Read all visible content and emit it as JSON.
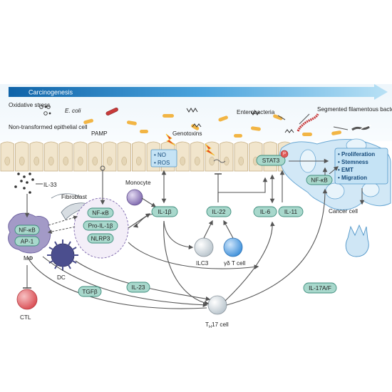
{
  "header": {
    "label": "Carcinogenesis"
  },
  "microbes": {
    "oxidative_stress": "Oxidative stress",
    "ecoli": "E. coli",
    "enterobacteria": "Enterobacteria",
    "sfb": "Segmented filamentous bacteria"
  },
  "labels": {
    "non_transformed": "Non-transformed epithelial cell",
    "pamp": "PAMP",
    "genotoxins": "Genotoxins",
    "no": "• NO",
    "ros": "• ROS",
    "il33": "IL-33",
    "fibroblast": "Fibroblast",
    "monocyte": "Monocyte",
    "macrophage": "MΦ",
    "dc": "DC",
    "ctl": "CTL",
    "ilc3": "ILC3",
    "gd_t": "γδ T cell",
    "th17": "T",
    "th17_sub": "H",
    "th17_tail": "17 cell",
    "cancer_cell": "Cancer cell",
    "stat3_p": "P"
  },
  "outcomes": [
    "• Proliferation",
    "• Stemness",
    "• EMT",
    "• Migration"
  ],
  "pills": {
    "nfkb_mf": "NF-κB",
    "ap1": "AP-1",
    "nfkb_int": "NF-κB",
    "pro_il1b": "Pro-IL-1β",
    "nlrp3": "NLRP3",
    "il1b": "IL-1β",
    "il22": "IL-22",
    "il6": "IL-6",
    "il11": "IL-11",
    "stat3": "STAT3",
    "nfkb_cancer": "NF-κB",
    "tgfb": "TGFβ",
    "il23": "IL-23",
    "il17af": "IL-17A/F"
  },
  "colors": {
    "banner": "#5ab4e0",
    "epithelium": "#f1e5cc",
    "cancer": "#cfe6f5",
    "pill": "#a8d8cc",
    "macrophage": "#a39ac7",
    "ctl": "#e86f73",
    "monocyte": "#9a84c0",
    "ilc3": "#b8c4cc",
    "gd_t": "#5aa6e4",
    "th17": "#b8c4cc",
    "bacteria": "#f2b544"
  }
}
